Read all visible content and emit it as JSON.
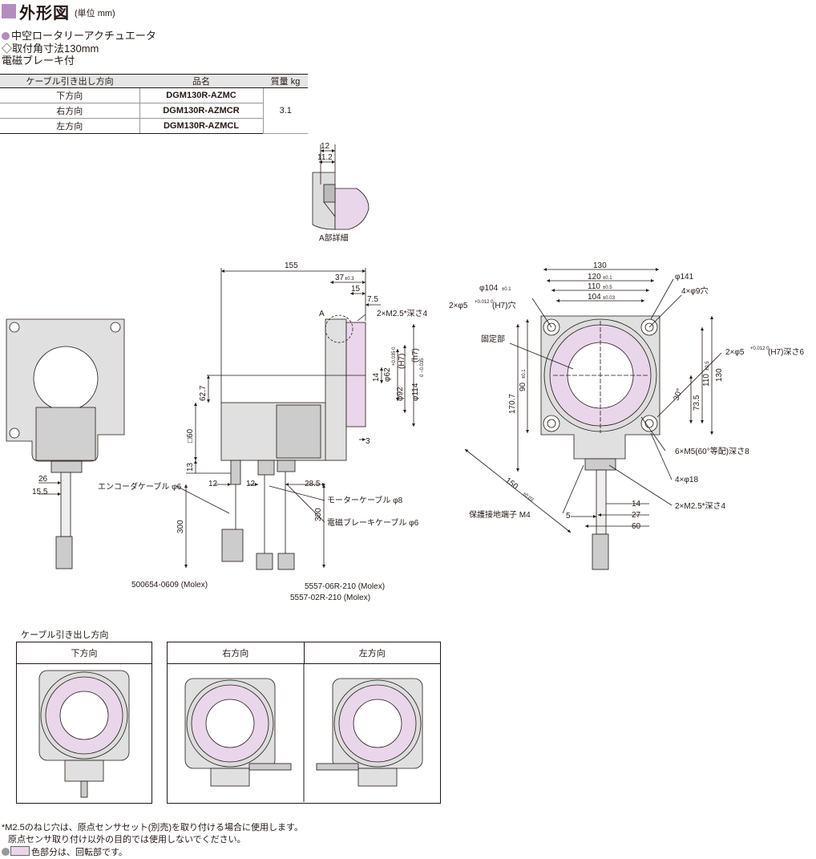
{
  "header": {
    "title": "外形図",
    "unit": "(単位 mm)"
  },
  "product": {
    "name": "中空ロータリーアクチュエータ",
    "size": "◇取付角寸法130mm",
    "brake": "電磁ブレーキ付"
  },
  "spec_table": {
    "headers": [
      "ケーブル引き出し方向",
      "品名",
      "質量 kg"
    ],
    "rows": [
      {
        "direction": "下方向",
        "model": "DGM130R-AZMC"
      },
      {
        "direction": "右方向",
        "model": "DGM130R-AZMCR"
      },
      {
        "direction": "左方向",
        "model": "DGM130R-AZMCL"
      }
    ],
    "mass": "3.1"
  },
  "detail_a": {
    "dim1": "12",
    "dim2": "11.2",
    "label": "A部詳細"
  },
  "side_view": {
    "d155": "155",
    "d37": "37",
    "d37tol": "±0.3",
    "d15": "15",
    "d7_5": "7.5",
    "hole_label": "2×M2.5*深さ4",
    "a_label": "A",
    "d62_7": "62.7",
    "d60": "□60",
    "d13": "13",
    "d14": "14",
    "phi62": "φ62",
    "phi62tol": "+0.035 0",
    "h7": "(H7)",
    "phi92": "φ92",
    "phi114": "φ114",
    "phi114tol": "0 −0.035",
    "h7b": "(h7)",
    "d3": "3",
    "d12a": "12",
    "d12b": "12",
    "d28_5": "28.5",
    "d300a": "300",
    "d300b": "300",
    "encoder_cable": "エンコーダケーブル φ6",
    "motor_cable": "モーターケーブル φ8",
    "brake_cable": "電磁ブレーキケーブル φ6",
    "conn1": "500654-0609 (Molex)",
    "conn2": "5557-06R-210 (Molex)",
    "conn3": "5557-02R-210 (Molex)"
  },
  "rear_view": {
    "d26": "26",
    "d15_5": "15.5"
  },
  "front_view": {
    "d130": "130",
    "d120": "120",
    "d120tol": "±0.1",
    "d110": "110",
    "d110tol": "±0.5",
    "d104": "104",
    "d104tol": "±0.03",
    "phi141": "φ141",
    "holes9": "4×φ9穴",
    "phi104": "φ104",
    "phi104tol": "±0.1",
    "pin_hole": "2×φ5",
    "pin_tol": "+0.012 0",
    "pin_suffix": "(H7)穴",
    "fixed": "固定部",
    "pin_depth": "2×φ5",
    "pin_depth_suffix": "(H7)深さ6",
    "d110v": "110",
    "d110vtol": "±0.5",
    "d130v": "130",
    "d170_7": "170.7",
    "d90": "90",
    "d90tol": "±0.1",
    "deg30": "30°",
    "d73_5": "73.5",
    "m5": "6×M5(60°等配)深さ8",
    "phi18": "4×φ18",
    "d150": "150",
    "d150tol": "±0.03",
    "ground": "保護接地端子 M4",
    "d5": "5",
    "d14": "14",
    "d27": "27",
    "d60": "60",
    "m25": "2×M2.5*深さ4"
  },
  "cable_directions": {
    "section_title": "ケーブル引き出し方向",
    "labels": [
      "下方向",
      "右方向",
      "左方向"
    ]
  },
  "notes": {
    "line1": "*M2.5のねじ穴は、原点センサセット(別売)を取り付ける場合に使用します。",
    "line2": "原点センサ取り付け以外の目的では使用しないでください。",
    "line3": "色部分は、回転部です。"
  },
  "colors": {
    "accent": "#b58cc0",
    "rotating": "#ead6ea",
    "body": "#e0e0e0",
    "line": "#231815"
  }
}
